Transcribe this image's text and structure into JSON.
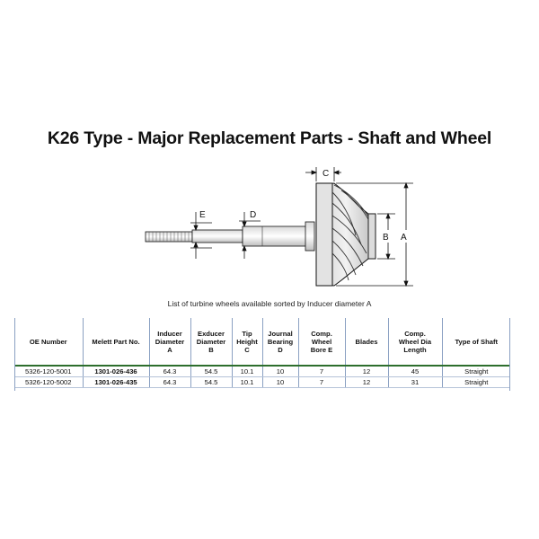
{
  "document": {
    "title": "K26 Type - Major Replacement Parts - Shaft and Wheel",
    "subtitle": "List of turbine wheels available sorted by Inducer diameter A"
  },
  "diagram": {
    "labels": {
      "a": "A",
      "b": "B",
      "c": "C",
      "d": "D",
      "e": "E"
    }
  },
  "table": {
    "headers": [
      [
        "OE Number"
      ],
      [
        "Melett Part No."
      ],
      [
        "Inducer",
        "Diameter",
        "A"
      ],
      [
        "Exducer",
        "Diameter",
        "B"
      ],
      [
        "Tip",
        "Height",
        "C"
      ],
      [
        "Journal",
        "Bearing",
        "D"
      ],
      [
        "Comp.",
        "Wheel",
        "Bore E"
      ],
      [
        "Blades"
      ],
      [
        "Comp.",
        "Wheel Dia",
        "Length"
      ],
      [
        "Type of Shaft"
      ]
    ],
    "rows": [
      [
        "5326-120-5001",
        "1301-026-436",
        "64.3",
        "54.5",
        "10.1",
        "10",
        "7",
        "12",
        "45",
        "Straight"
      ],
      [
        "5326-120-5002",
        "1301-026-435",
        "64.3",
        "54.5",
        "10.1",
        "10",
        "7",
        "12",
        "31",
        "Straight"
      ]
    ]
  }
}
